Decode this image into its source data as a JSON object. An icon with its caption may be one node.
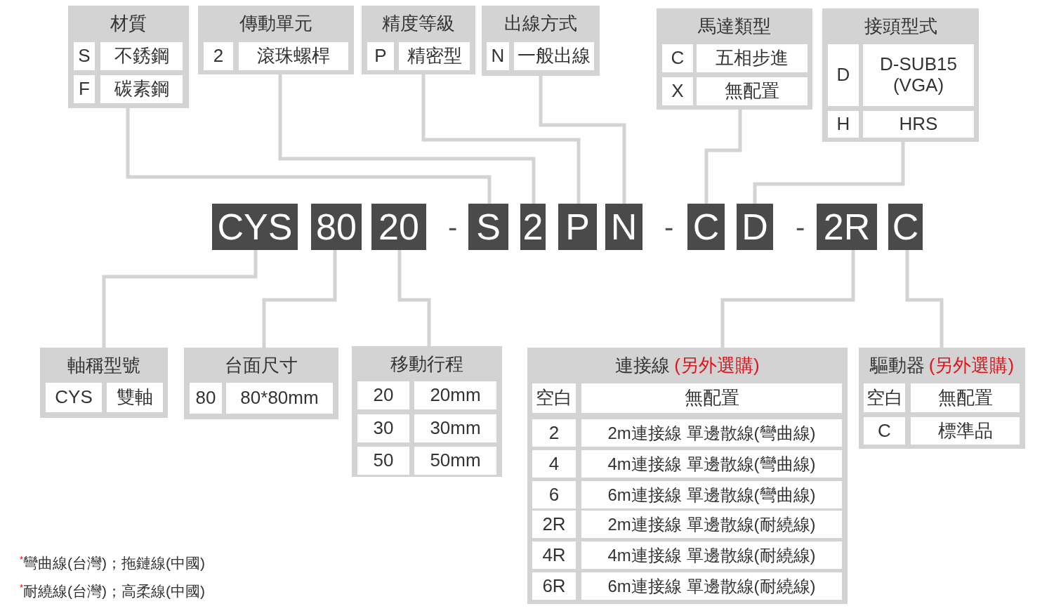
{
  "diagram": {
    "nodes": [
      {
        "text": [
          "材質"
        ]
      },
      {
        "text": [
          "S"
        ],
        "in": 0
      },
      {
        "text": [
          "不銹鋼"
        ],
        "in": 0
      },
      {
        "text": [
          "F"
        ],
        "in": 0
      },
      {
        "text": [
          "碳素鋼"
        ],
        "in": 0
      },
      {
        "text": [
          "傳動單元"
        ]
      },
      {
        "text": [
          "2"
        ],
        "in": 5
      },
      {
        "text": [
          "滾珠螺桿"
        ],
        "in": 5
      },
      {
        "text": [
          "精度等級"
        ]
      },
      {
        "text": [
          "P"
        ],
        "in": 8
      },
      {
        "text": [
          "精密型"
        ],
        "in": 8
      },
      {
        "text": [
          "出線方式"
        ]
      },
      {
        "text": [
          "N"
        ],
        "in": 11
      },
      {
        "text": [
          "一般出線"
        ],
        "in": 11
      },
      {
        "text": [
          "馬達類型"
        ]
      },
      {
        "text": [
          "C"
        ],
        "in": 14
      },
      {
        "text": [
          "五相步進"
        ],
        "in": 14
      },
      {
        "text": [
          "X"
        ],
        "in": 14
      },
      {
        "text": [
          "無配置"
        ],
        "in": 14
      },
      {
        "text": [
          "接頭型式"
        ]
      },
      {
        "text": [
          "D"
        ],
        "in": 19
      },
      {
        "text": [
          "D-SUB15 (VGA)"
        ],
        "in": 19
      },
      {
        "text": [
          "H"
        ],
        "in": 19
      },
      {
        "text": [
          "HRS"
        ],
        "in": 19
      },
      {
        "text": [
          "CYS"
        ]
      },
      {
        "text": [
          "80"
        ]
      },
      {
        "text": [
          "20"
        ]
      },
      {
        "text": [
          "S"
        ]
      },
      {
        "text": [
          "2"
        ]
      },
      {
        "text": [
          "P"
        ]
      },
      {
        "text": [
          "N"
        ]
      },
      {
        "text": [
          "C"
        ]
      },
      {
        "text": [
          "D"
        ]
      },
      {
        "text": [
          "2R"
        ]
      },
      {
        "text": [
          "C"
        ]
      },
      {
        "text": [
          "軸稱型號"
        ]
      },
      {
        "text": [
          "CYS"
        ],
        "in": 35
      },
      {
        "text": [
          "雙軸"
        ],
        "in": 35
      },
      {
        "text": [
          "台面尺寸"
        ]
      },
      {
        "text": [
          "80"
        ],
        "in": 38
      },
      {
        "text": [
          "80*80mm"
        ],
        "in": 38
      },
      {
        "text": [
          "移動行程"
        ]
      },
      {
        "text": [
          "20"
        ],
        "in": 41
      },
      {
        "text": [
          "20mm"
        ],
        "in": 41
      },
      {
        "text": [
          "30"
        ],
        "in": 41
      },
      {
        "text": [
          "30mm"
        ],
        "in": 41
      },
      {
        "text": [
          "50"
        ],
        "in": 41
      },
      {
        "text": [
          "50mm"
        ],
        "in": 41
      },
      {
        "text": [
          "連接線",
          "(另外選購)"
        ]
      },
      {
        "text": [
          "空白"
        ],
        "in": 48
      },
      {
        "text": [
          "無配置"
        ],
        "in": 48
      },
      {
        "text": [
          "2"
        ],
        "in": 48
      },
      {
        "text": [
          "2m連接線 單邊散線(彎曲線)"
        ],
        "in": 48
      },
      {
        "text": [
          "4"
        ],
        "in": 48
      },
      {
        "text": [
          "4m連接線 單邊散線(彎曲線)"
        ],
        "in": 48
      },
      {
        "text": [
          "6"
        ],
        "in": 48
      },
      {
        "text": [
          "6m連接線 單邊散線(彎曲線)"
        ],
        "in": 48
      },
      {
        "text": [
          "2R"
        ],
        "in": 48
      },
      {
        "text": [
          "2m連接線 單邊散線(耐繞線)"
        ],
        "in": 48
      },
      {
        "text": [
          "4R"
        ],
        "in": 48
      },
      {
        "text": [
          "4m連接線 單邊散線(耐繞線)"
        ],
        "in": 48
      },
      {
        "text": [
          "6R"
        ],
        "in": 48
      },
      {
        "text": [
          "6m連接線 單邊散線(耐繞線)"
        ],
        "in": 48
      },
      {
        "text": [
          "驅動器",
          "(另外選購)"
        ]
      },
      {
        "text": [
          "空白"
        ],
        "in": 63
      },
      {
        "text": [
          "無配置"
        ],
        "in": 63
      },
      {
        "text": [
          "C"
        ],
        "in": 63
      },
      {
        "text": [
          "標準品"
        ],
        "in": 63
      }
    ],
    "edges": [
      {
        "from": 0,
        "to": 27,
        "arrow": "none"
      },
      {
        "from": 5,
        "to": 28,
        "arrow": "none"
      },
      {
        "from": 8,
        "to": 29,
        "arrow": "none"
      },
      {
        "from": 11,
        "to": 30,
        "arrow": "none"
      },
      {
        "from": 14,
        "to": 31,
        "arrow": "none"
      },
      {
        "from": 19,
        "to": 32,
        "arrow": "none"
      },
      {
        "from": 24,
        "to": 35,
        "arrow": "none"
      },
      {
        "from": 25,
        "to": 38,
        "arrow": "none"
      },
      {
        "from": 26,
        "to": 41,
        "arrow": "none"
      },
      {
        "from": 33,
        "to": 48,
        "arrow": "none"
      },
      {
        "from": 34,
        "to": 63,
        "arrow": "none"
      }
    ],
    "labels": [
      "-",
      "-",
      "-",
      "$^{*}$彎曲線(台灣)；拖鏈線(中國)",
      "$^{*}$耐繞線(台灣)；高柔線(中國)"
    ]
  }
}
